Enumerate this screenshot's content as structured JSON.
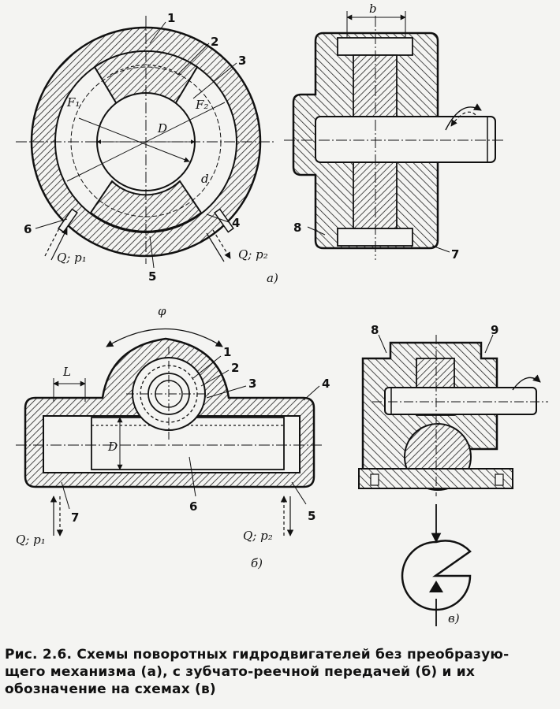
{
  "figure_a": {
    "label": "а)",
    "callouts": [
      "1",
      "2",
      "3",
      "4",
      "5",
      "6",
      "7",
      "8"
    ],
    "dims": {
      "b": "b",
      "D": "D",
      "d": "d",
      "F1": "F₁",
      "F2": "F₂"
    },
    "ports": {
      "left": "Q; p₁",
      "right": "Q; p₂"
    }
  },
  "figure_b": {
    "label": "б)",
    "callouts": [
      "1",
      "2",
      "3",
      "4",
      "5",
      "6",
      "7",
      "8",
      "9"
    ],
    "dims": {
      "phi": "φ",
      "L": "L",
      "D": "D"
    },
    "ports": {
      "left": "Q; p₁",
      "right": "Q; p₂"
    }
  },
  "figure_v": {
    "label": "в)"
  },
  "caption": {
    "line1": "Рис. 2.6. Схемы поворотных гидродвигателей без преобразую-",
    "line2": "щего механизма (а), с зубчато-реечной передачей (б) и их",
    "line3": "обозначение на схемах (в)"
  }
}
